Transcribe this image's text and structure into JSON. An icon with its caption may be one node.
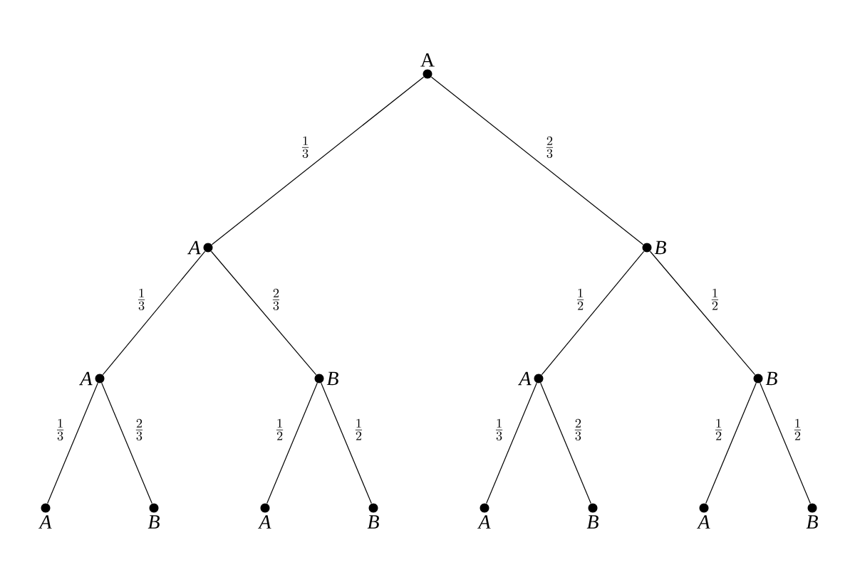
{
  "diagram": {
    "nodes": [
      {
        "text": [
          "A"
        ]
      },
      {
        "text": [
          "A"
        ]
      },
      {
        "text": [
          "B"
        ]
      },
      {
        "text": [
          "A"
        ]
      },
      {
        "text": [
          "B"
        ]
      },
      {
        "text": [
          "A"
        ]
      },
      {
        "text": [
          "B"
        ]
      },
      {
        "text": [
          "A"
        ]
      },
      {
        "text": [
          "B"
        ]
      },
      {
        "text": [
          "A"
        ]
      },
      {
        "text": [
          "B"
        ]
      },
      {
        "text": [
          "A"
        ]
      },
      {
        "text": [
          "B"
        ]
      },
      {
        "text": [
          "A"
        ]
      },
      {
        "text": [
          "B"
        ]
      }
    ],
    "edges": [
      {
        "from": 0,
        "to": 1,
        "arrow": "none",
        "label": "\\frac{1}{3}"
      },
      {
        "from": 0,
        "to": 2,
        "arrow": "none",
        "label": "\\frac{2}{3}"
      },
      {
        "from": 1,
        "to": 3,
        "arrow": "none",
        "label": "\\frac{1}{3}"
      },
      {
        "from": 1,
        "to": 4,
        "arrow": "none",
        "label": "\\frac{2}{3}"
      },
      {
        "from": 2,
        "to": 5,
        "arrow": "none",
        "label": "\\frac{1}{2}"
      },
      {
        "from": 2,
        "to": 6,
        "arrow": "none",
        "label": "\\frac{1}{2}"
      },
      {
        "from": 3,
        "to": 7,
        "arrow": "none",
        "label": "\\frac{1}{3}"
      },
      {
        "from": 3,
        "to": 8,
        "arrow": "none",
        "label": "\\frac{2}{3}"
      },
      {
        "from": 4,
        "to": 9,
        "arrow": "none",
        "label": "\\frac{1}{2}"
      },
      {
        "from": 4,
        "to": 10,
        "arrow": "none",
        "label": "\\frac{1}{2}"
      },
      {
        "from": 5,
        "to": 11,
        "arrow": "none",
        "label": "\\frac{1}{3}"
      },
      {
        "from": 5,
        "to": 12,
        "arrow": "none",
        "label": "\\frac{2}{3}"
      },
      {
        "from": 6,
        "to": 13,
        "arrow": "none",
        "label": "\\frac{1}{2}"
      },
      {
        "from": 6,
        "to": 14,
        "arrow": "none",
        "label": "\\frac{1}{2}"
      }
    ]
  }
}
